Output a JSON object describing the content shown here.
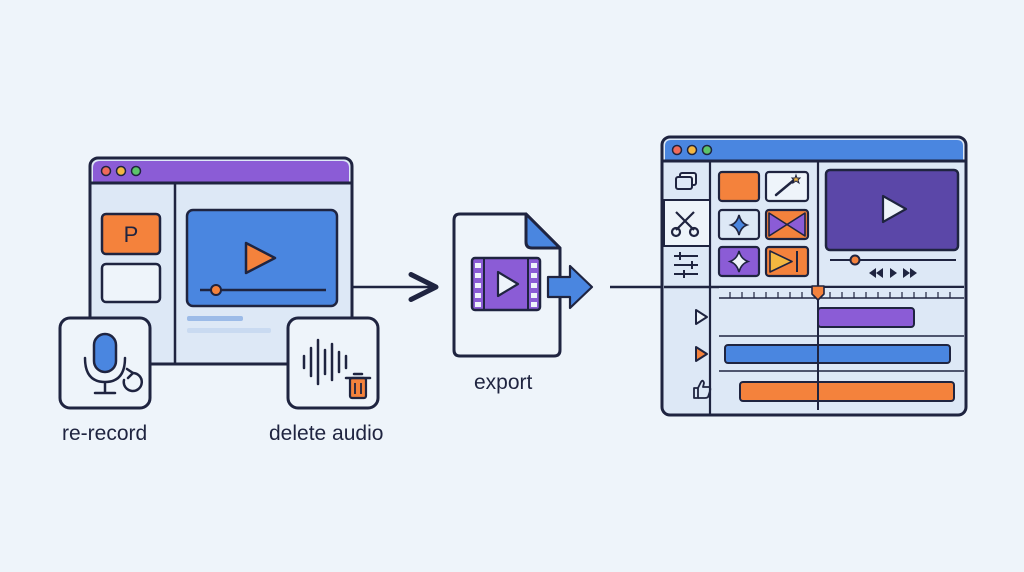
{
  "labels": {
    "rerecord": "re-record",
    "delete_audio": "delete audio",
    "export": "export"
  },
  "slide_app": {
    "slide_letter": "P"
  },
  "icons": {
    "microphone": "microphone-icon",
    "undo": "undo-icon",
    "waveform": "waveform-icon",
    "trash": "trash-icon",
    "video_file": "video-file-icon",
    "scissors": "scissors-icon",
    "sliders": "sliders-icon",
    "layers": "layers-icon",
    "magic_wand": "magic-wand-icon",
    "sparkle": "sparkle-icon",
    "play": "play-icon",
    "rewind": "rewind-icon",
    "fast_forward": "fast-forward-icon",
    "thumbs_up": "thumbs-up-icon"
  },
  "colors": {
    "background": "#eef4fa",
    "outline": "#1f2440",
    "purple": "#8b5cd6",
    "blue": "#4a86e0",
    "orange": "#f4823c",
    "dark_purple": "#5b47a8",
    "panel": "#dde8f6"
  }
}
